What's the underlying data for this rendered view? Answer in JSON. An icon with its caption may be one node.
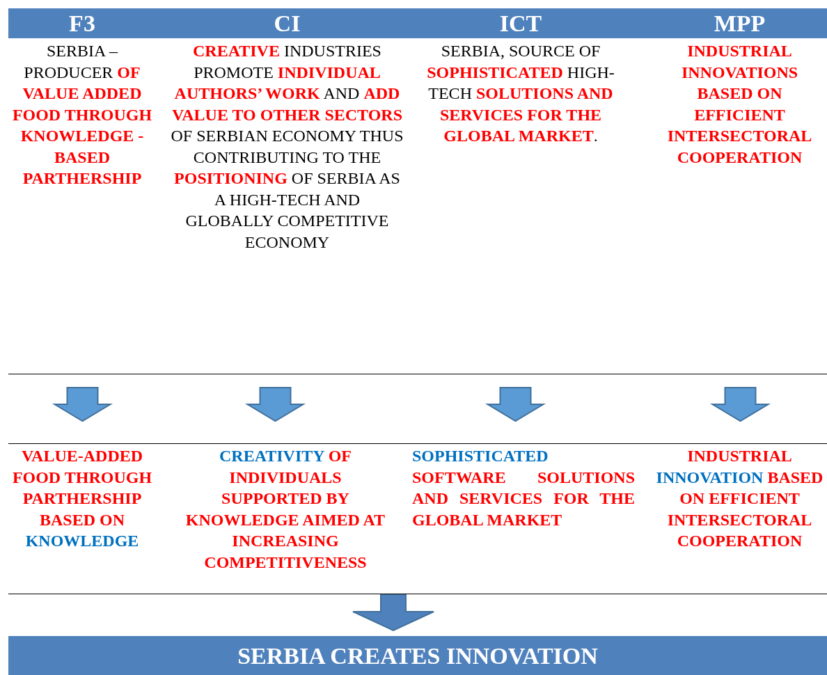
{
  "diagram": {
    "nodes": [
      {
        "text": [
          "F3",
          "SERBIA – PRODUCER **OF VALUE ADDED FOOD THROUGH KNOWLEDGE - BASED PARTHERSHIP**"
        ]
      },
      {
        "text": [
          "CI",
          "**CREATIVE** INDUSTRIES PROMOTE **INDIVIDUAL AUTHORS’ WORK** AND **ADD VALUE TO OTHER SECTORS** OF SERBIAN ECONOMY THUS CONTRIBUTING TO THE **POSITIONING** OF SERBIA AS A HIGH-TECH AND GLOBALLY COMPETITIVE ECONOMY"
        ]
      },
      {
        "text": [
          "ICT",
          "SERBIA, SOURCE OF **SOPHISTICATED** HIGH-TECH **SOLUTIONS AND SERVICES FOR THE GLOBAL MARKET**."
        ]
      },
      {
        "text": [
          "MPP",
          "**INDUSTRIAL INNOVATIONS BASED ON EFFICIENT INTERSECTORAL COOPERATION**"
        ]
      },
      {
        "text": [],
        "shape": "band"
      },
      {
        "text": [
          "VALUE-ADDED FOOD THROUGH PARTHERSHIP BASED ON *KNOWLEDGE*"
        ],
        "in": 4
      },
      {
        "text": [
          "*CREATIVITY* OF INDIVIDUALS SUPPORTED BY KNOWLEDGE AIMED AT INCREASING COMPETITIVENESS"
        ],
        "in": 4
      },
      {
        "text": [
          "*SOPHISTICATED* SOFTWARE SOLUTIONS AND SERVICES FOR THE GLOBAL MARKET"
        ],
        "in": 4
      },
      {
        "text": [
          "INDUSTRIAL *INNOVATION* BASED ON EFFICIENT INTERSECTORAL COOPERATION"
        ],
        "in": 4
      },
      {
        "text": [
          "SERBIA CREATES INNOVATION"
        ]
      }
    ],
    "edges": [
      {
        "from": 0,
        "to": 5,
        "arrow": "to",
        "style": "thick"
      },
      {
        "from": 1,
        "to": 6,
        "arrow": "to",
        "style": "thick"
      },
      {
        "from": 2,
        "to": 7,
        "arrow": "to",
        "style": "thick"
      },
      {
        "from": 3,
        "to": 8,
        "arrow": "to",
        "style": "thick"
      },
      {
        "from": 4,
        "to": 9,
        "arrow": "to",
        "style": "thick"
      }
    ]
  }
}
